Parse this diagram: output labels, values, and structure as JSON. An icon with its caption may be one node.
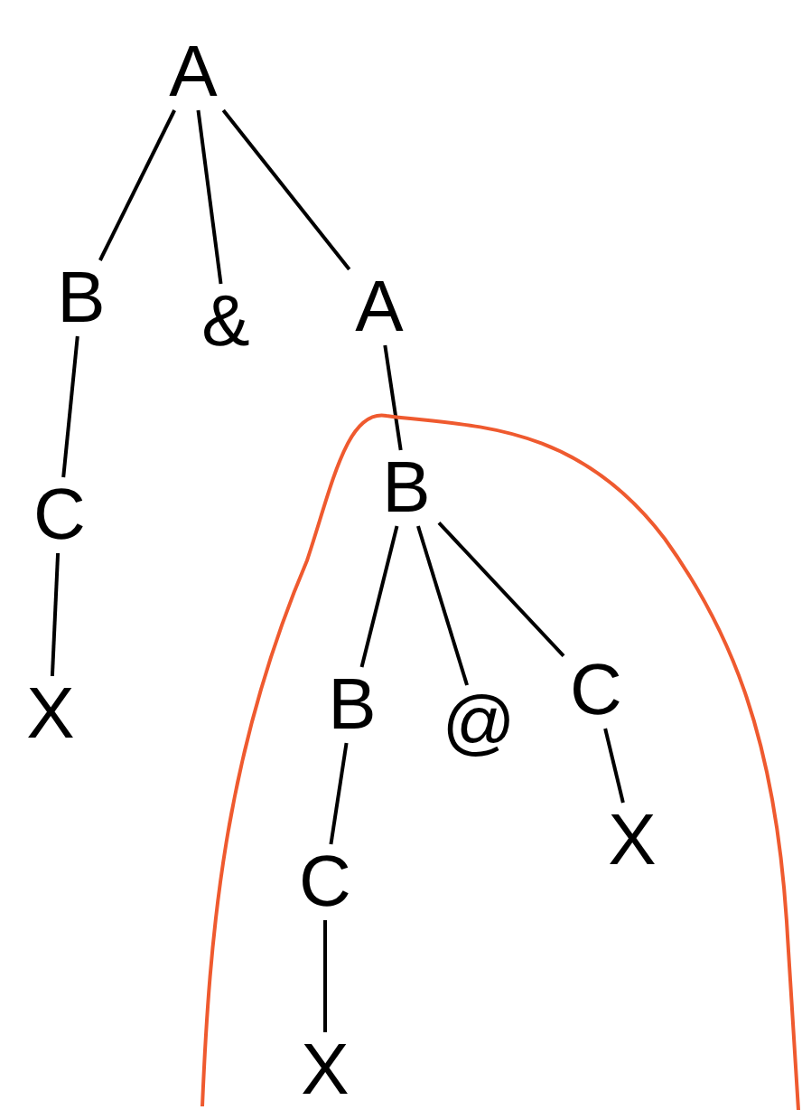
{
  "diagram": {
    "nodes": [
      {
        "text": [
          "A"
        ]
      },
      {
        "text": [
          "B"
        ]
      },
      {
        "text": [
          "&"
        ]
      },
      {
        "text": [
          "A"
        ]
      },
      {
        "text": [
          "C"
        ]
      },
      {
        "text": [
          "X"
        ]
      },
      {
        "text": [],
        "shape": "cloud"
      },
      {
        "text": [
          "B"
        ],
        "in": 6
      },
      {
        "text": [
          "B"
        ],
        "in": 6
      },
      {
        "text": [
          "@"
        ],
        "in": 6
      },
      {
        "text": [
          "C"
        ],
        "in": 6
      },
      {
        "text": [
          "C"
        ],
        "in": 6
      },
      {
        "text": [
          "X"
        ],
        "in": 6
      },
      {
        "text": [
          "X"
        ],
        "in": 6
      }
    ],
    "edges": [
      {
        "from": 0,
        "to": 1,
        "arrow": "none"
      },
      {
        "from": 0,
        "to": 2,
        "arrow": "none"
      },
      {
        "from": 0,
        "to": 3,
        "arrow": "none"
      },
      {
        "from": 1,
        "to": 4,
        "arrow": "none"
      },
      {
        "from": 4,
        "to": 5,
        "arrow": "none"
      },
      {
        "from": 3,
        "to": 7,
        "arrow": "none"
      },
      {
        "from": 7,
        "to": 8,
        "arrow": "none"
      },
      {
        "from": 7,
        "to": 9,
        "arrow": "none"
      },
      {
        "from": 7,
        "to": 10,
        "arrow": "none"
      },
      {
        "from": 8,
        "to": 11,
        "arrow": "none"
      },
      {
        "from": 11,
        "to": 13,
        "arrow": "none"
      },
      {
        "from": 10,
        "to": 12,
        "arrow": "none"
      }
    ]
  }
}
